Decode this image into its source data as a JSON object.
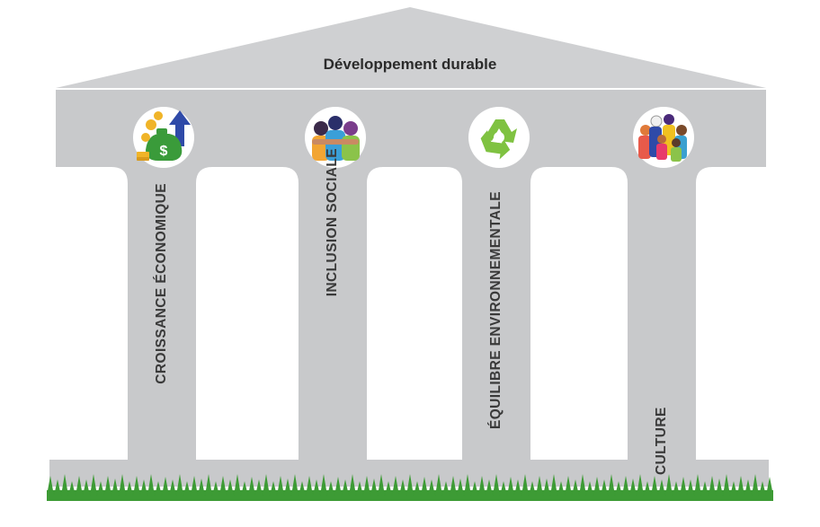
{
  "diagram": {
    "title": "Développement durable",
    "pillars": [
      {
        "label": "CROISSANCE ÉCONOMIQUE",
        "icon": "money-growth-icon"
      },
      {
        "label": "INCLUSION SOCIALE",
        "icon": "people-group-icon"
      },
      {
        "label": "ÉQUILIBRE ENVIRONNEMENTALE",
        "icon": "recycle-icon"
      },
      {
        "label": "CULTURE",
        "icon": "diverse-people-icon"
      }
    ]
  },
  "colors": {
    "structure": "#c8c9cb",
    "roof": "#cfd0d2",
    "grass": "#3d9b35",
    "text": "#3a3a3a"
  }
}
